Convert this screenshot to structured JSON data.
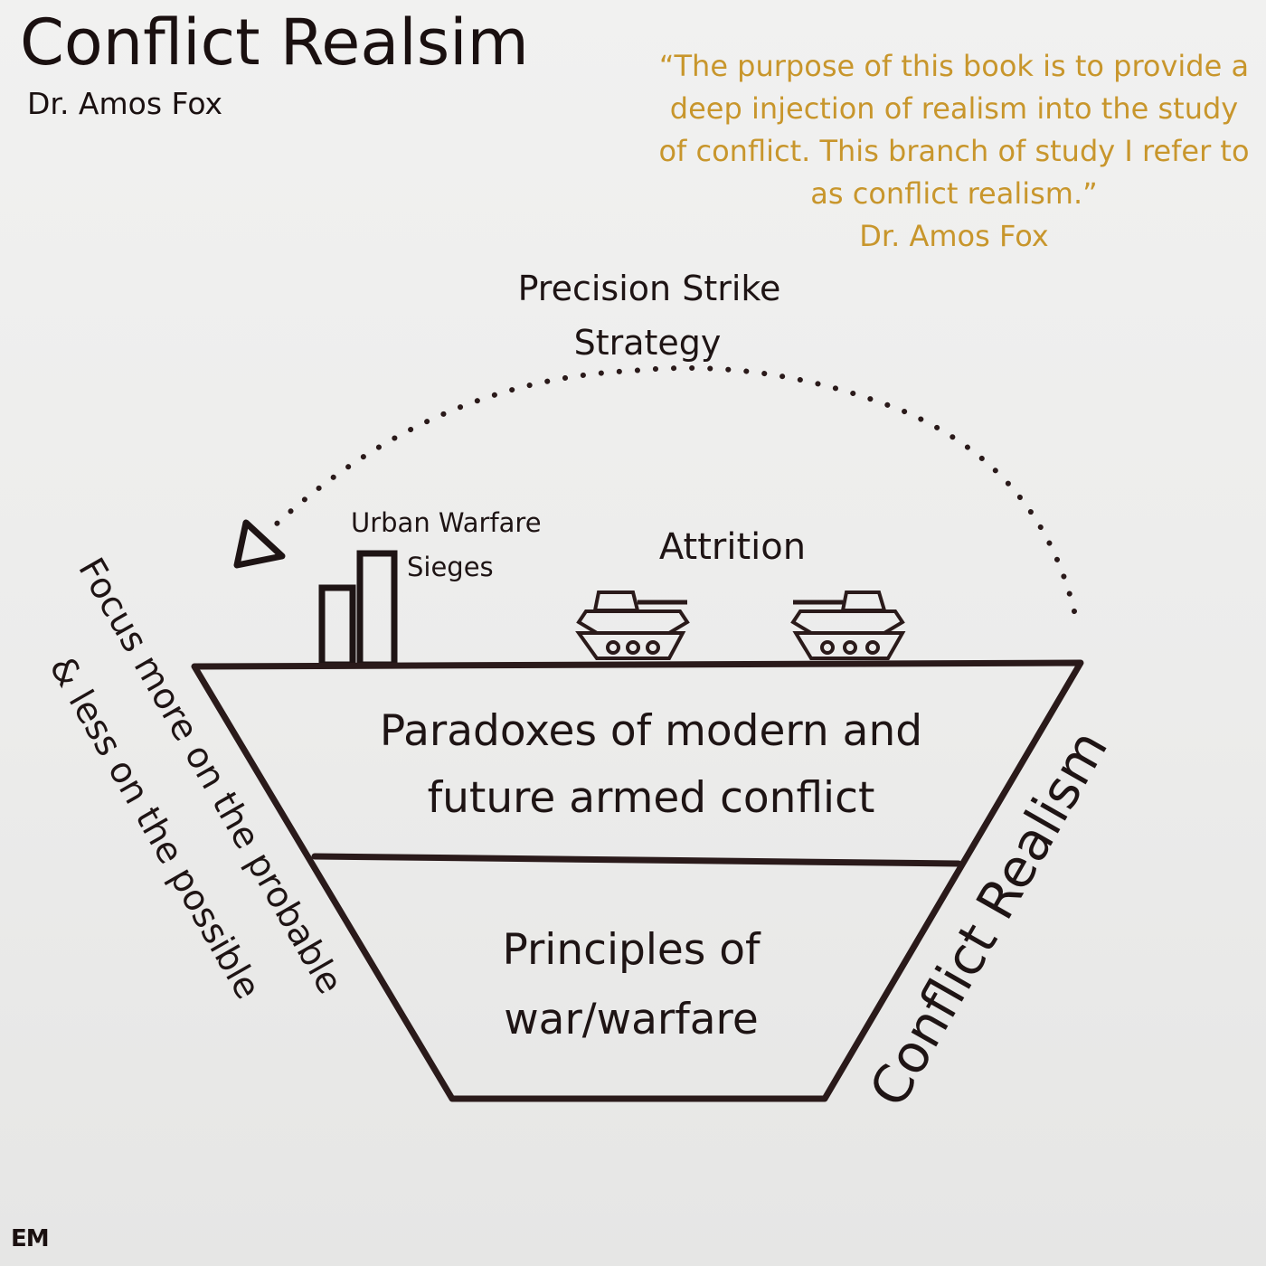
{
  "header": {
    "title": "Conflict Realsim",
    "author": "Dr. Amos Fox"
  },
  "quote": {
    "text": "“The purpose of this book is to provide a deep injection of realism into the study of conflict. This branch of study I refer to as conflict realism.”",
    "attribution": "Dr. Amos Fox",
    "color": "#c8962c"
  },
  "diagram": {
    "arc_label_line1": "Precision Strike",
    "arc_label_line2": "Strategy",
    "urban_label": "Urban Warfare",
    "sieges_label": "Sieges",
    "attrition_label": "Attrition",
    "upper_band_line1": "Paradoxes of modern and",
    "upper_band_line2": "future armed conflict",
    "lower_band_line1": "Principles of",
    "lower_band_line2": "war/warfare",
    "left_side_line1": "Focus more on the probable",
    "left_side_line2": "& less on the possible",
    "right_side": "Conflict Realism",
    "line_color": "#2a1a1a"
  },
  "signature": "EM"
}
